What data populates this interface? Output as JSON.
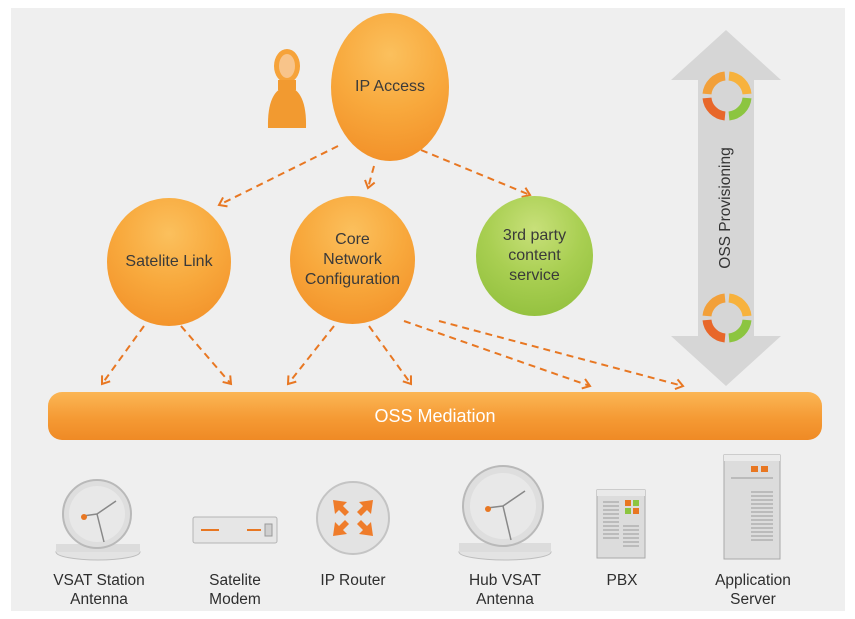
{
  "diagram": {
    "nodes": {
      "ip_access": "IP Access",
      "satelite_link": "Satelite Link",
      "core_network": "Core\nNetwork\nConfiguration",
      "third_party": "3rd party\ncontent\nservice"
    },
    "mediation_label": "OSS Mediation",
    "provisioning_label": "OSS Provisioning",
    "devices": [
      {
        "label": "VSAT Station\nAntenna",
        "icon": "vsat-antenna-icon"
      },
      {
        "label": "Satelite\nModem",
        "icon": "satellite-modem-icon"
      },
      {
        "label": "IP Router",
        "icon": "ip-router-icon"
      },
      {
        "label": "Hub VSAT\nAntenna",
        "icon": "hub-antenna-icon"
      },
      {
        "label": "PBX",
        "icon": "pbx-icon"
      },
      {
        "label": "Application\nServer",
        "icon": "application-server-icon"
      }
    ],
    "colors": {
      "orange": "#f59a34",
      "green": "#a9cf52",
      "arrow": "#e87722",
      "provisioning_arrow": "#d6d6d6",
      "background": "#efefef"
    }
  }
}
